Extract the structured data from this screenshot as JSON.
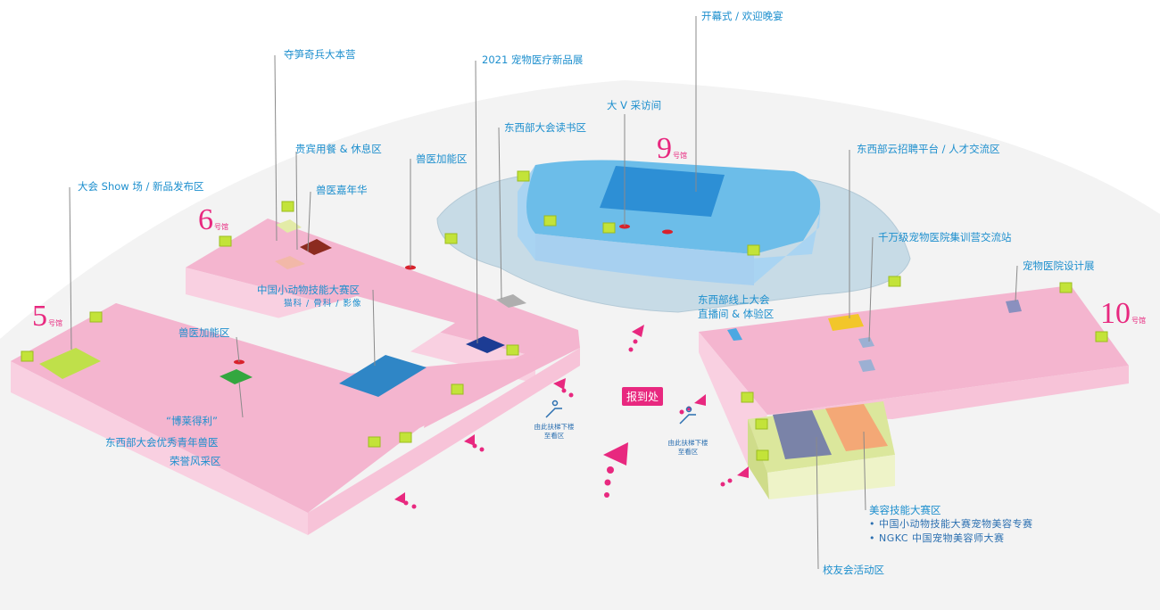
{
  "halls": {
    "h5": {
      "number": "5",
      "suffix": "号馆"
    },
    "h6": {
      "number": "6",
      "suffix": "号馆"
    },
    "h9": {
      "number": "9",
      "suffix": "号馆"
    },
    "h10": {
      "number": "10",
      "suffix": "号馆"
    }
  },
  "labels": {
    "opening": "开幕式 / 欢迎晚宴",
    "duosun": "夺笋奇兵大本营",
    "newproducts": "2021 宠物医疗新品展",
    "bigv": "大 V 采访间",
    "reading": "东西部大会读书区",
    "vip": "贵宾用餐 & 休息区",
    "vetboost6": "兽医加能区",
    "carnival": "兽医嘉年华",
    "showfield": "大会 Show 场 / 新品发布区",
    "recruit": "东西部云招聘平台 / 人才交流区",
    "training": "千万级宠物医院集训营交流站",
    "design": "宠物医院设计展",
    "online_l1": "东西部线上大会",
    "online_l2": "直播间 & 体验区",
    "skills_l1": "中国小动物技能大赛区",
    "skills_l2": "猫科 / 骨科 / 影像",
    "vetboost5": "兽医加能区",
    "boshi": "“博莱得利”",
    "youth_l1": "东西部大会优秀青年兽医",
    "youth_l2": "荣誉风采区",
    "beauty_title": "美容技能大赛区",
    "beauty_sub1": "• 中国小动物技能大赛宠物美容专赛",
    "beauty_sub2": "• NGKC 中国宠物美容师大赛",
    "alumni": "校友会活动区",
    "register": "报到处",
    "escalator_l1": "由此扶梯下楼",
    "escalator_l2": "至看区"
  },
  "colors": {
    "hall_pink": "#f4b5cf",
    "hall9_blue": "#6cbde9",
    "outdoor_grey": "#c7dbe6",
    "label_blue": "#1d8fce",
    "accent_magenta": "#e8287f",
    "restroom_green": "#c3e339",
    "beauty_zone": "#dbe79c"
  }
}
